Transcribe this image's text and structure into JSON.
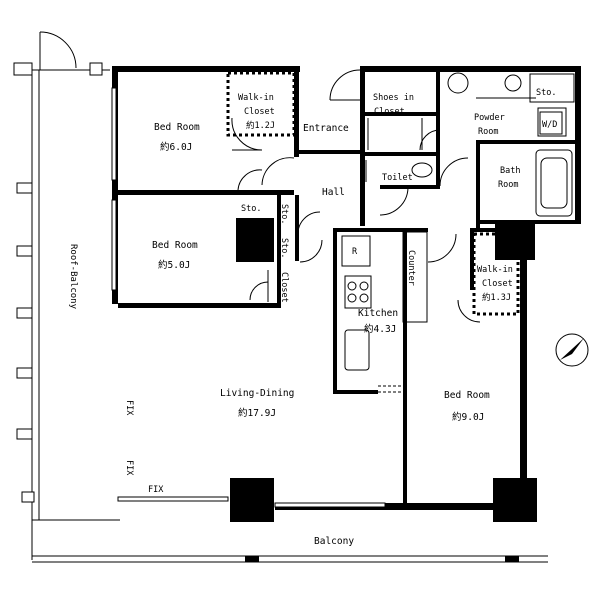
{
  "floor_plan": {
    "rooms": {
      "bedroom_1": {
        "name": "Bed Room",
        "size": "約6.0J"
      },
      "bedroom_2": {
        "name": "Bed Room",
        "size": "約5.0J"
      },
      "bedroom_3": {
        "name": "Bed Room",
        "size": "約9.0J"
      },
      "living_dining": {
        "name": "Living-Dining",
        "size": "約17.9J"
      },
      "kitchen": {
        "name": "Kitchen",
        "size": "約4.3J"
      },
      "walk_in_closet_1": {
        "line1": "Walk-in",
        "line2": "Closet",
        "size": "約1.2J"
      },
      "walk_in_closet_2": {
        "line1": "Walk-in",
        "line2": "Closet",
        "size": "約1.3J"
      },
      "entrance": "Entrance",
      "shoes_in_closet": {
        "line1": "Shoes in",
        "line2": "Closet"
      },
      "powder_room": {
        "line1": "Powder",
        "line2": "Room"
      },
      "bath_room": {
        "line1": "Bath",
        "line2": "Room"
      },
      "toilet": "Toilet",
      "hall": "Hall",
      "roof_balcony": "Roof-Balcony",
      "balcony": "Balcony"
    },
    "fixtures": {
      "storage": "Sto.",
      "washer_dryer": "W/D",
      "refrigerator": "R",
      "counter": "Counter",
      "closet": "Closet",
      "fix_window": "FIX"
    },
    "compass": {
      "direction": "north",
      "rotation_deg": 55
    }
  }
}
